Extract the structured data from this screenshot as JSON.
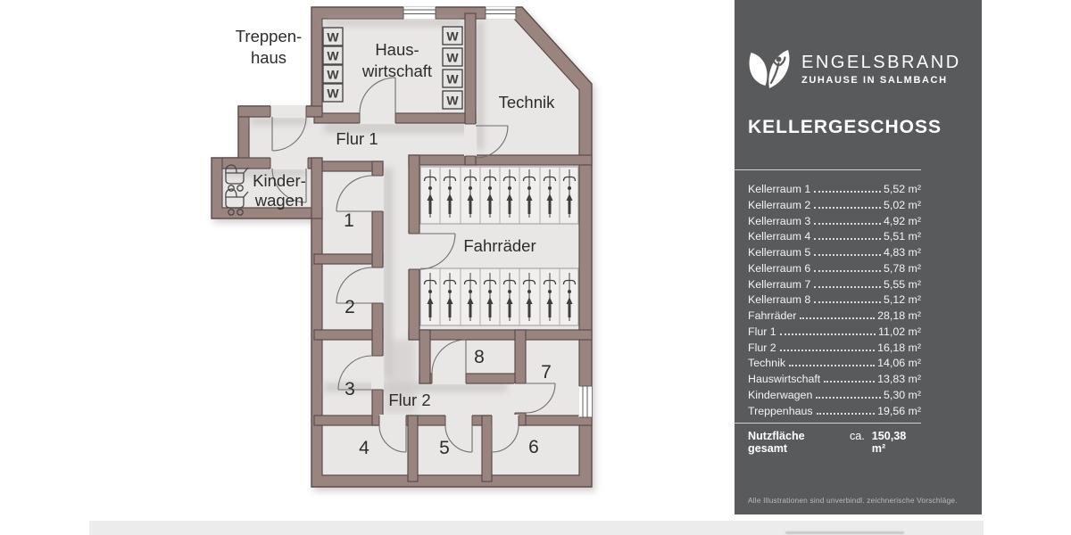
{
  "colors": {
    "sidebar_bg": "#595a5c",
    "wall_fill": "#9a8480",
    "wall_outline": "#5a4c4c",
    "room_fill": "#e9e7e6",
    "label_text": "#2e2c2b"
  },
  "plan": {
    "labels": {
      "treppenhaus_1": "Treppen-",
      "treppenhaus_2": "haus",
      "hauswirtschaft_1": "Haus-",
      "hauswirtschaft_2": "wirtschaft",
      "technik": "Technik",
      "flur1": "Flur 1",
      "kinderwagen_1": "Kinder-",
      "kinderwagen_2": "wagen",
      "fahrraeder": "Fahrräder",
      "flur2": "Flur 2",
      "washer": "W",
      "numbers": [
        "1",
        "2",
        "3",
        "4",
        "5",
        "6",
        "7",
        "8"
      ]
    }
  },
  "sidebar": {
    "brand": {
      "name": "ENGELSBRAND",
      "tagline": "ZUHAUSE IN SALMBACH"
    },
    "title": "KELLERGESCHOSS",
    "rooms": [
      {
        "label": "Kellerraum 1",
        "area": "5,52 m²"
      },
      {
        "label": "Kellerraum 2",
        "area": "5,02 m²"
      },
      {
        "label": "Kellerraum 3",
        "area": "4,92 m²"
      },
      {
        "label": "Kellerraum 4",
        "area": "5,51 m²"
      },
      {
        "label": "Kellerraum 5",
        "area": "4,83 m²"
      },
      {
        "label": "Kellerraum 6",
        "area": "5,78 m²"
      },
      {
        "label": "Kellerraum 7",
        "area": "5,55 m²"
      },
      {
        "label": "Kellerraum 8",
        "area": "5,12 m²"
      },
      {
        "label": "Fahrräder",
        "area": "28,18 m²"
      },
      {
        "label": "Flur 1",
        "area": "11,02 m²"
      },
      {
        "label": "Flur 2",
        "area": "16,18 m²"
      },
      {
        "label": "Technik",
        "area": "14,06 m²"
      },
      {
        "label": "Hauswirtschaft",
        "area": "13,83 m²"
      },
      {
        "label": "Kinderwagen",
        "area": "5,30 m²"
      },
      {
        "label": "Treppenhaus",
        "area": "19,56 m²"
      }
    ],
    "total": {
      "label": "Nutzfläche gesamt",
      "approx": "ca.",
      "area": "150,38 m²"
    },
    "disclaimer": "Alle Illustrationen sind unverbindl. zeichnerische Vorschläge."
  }
}
